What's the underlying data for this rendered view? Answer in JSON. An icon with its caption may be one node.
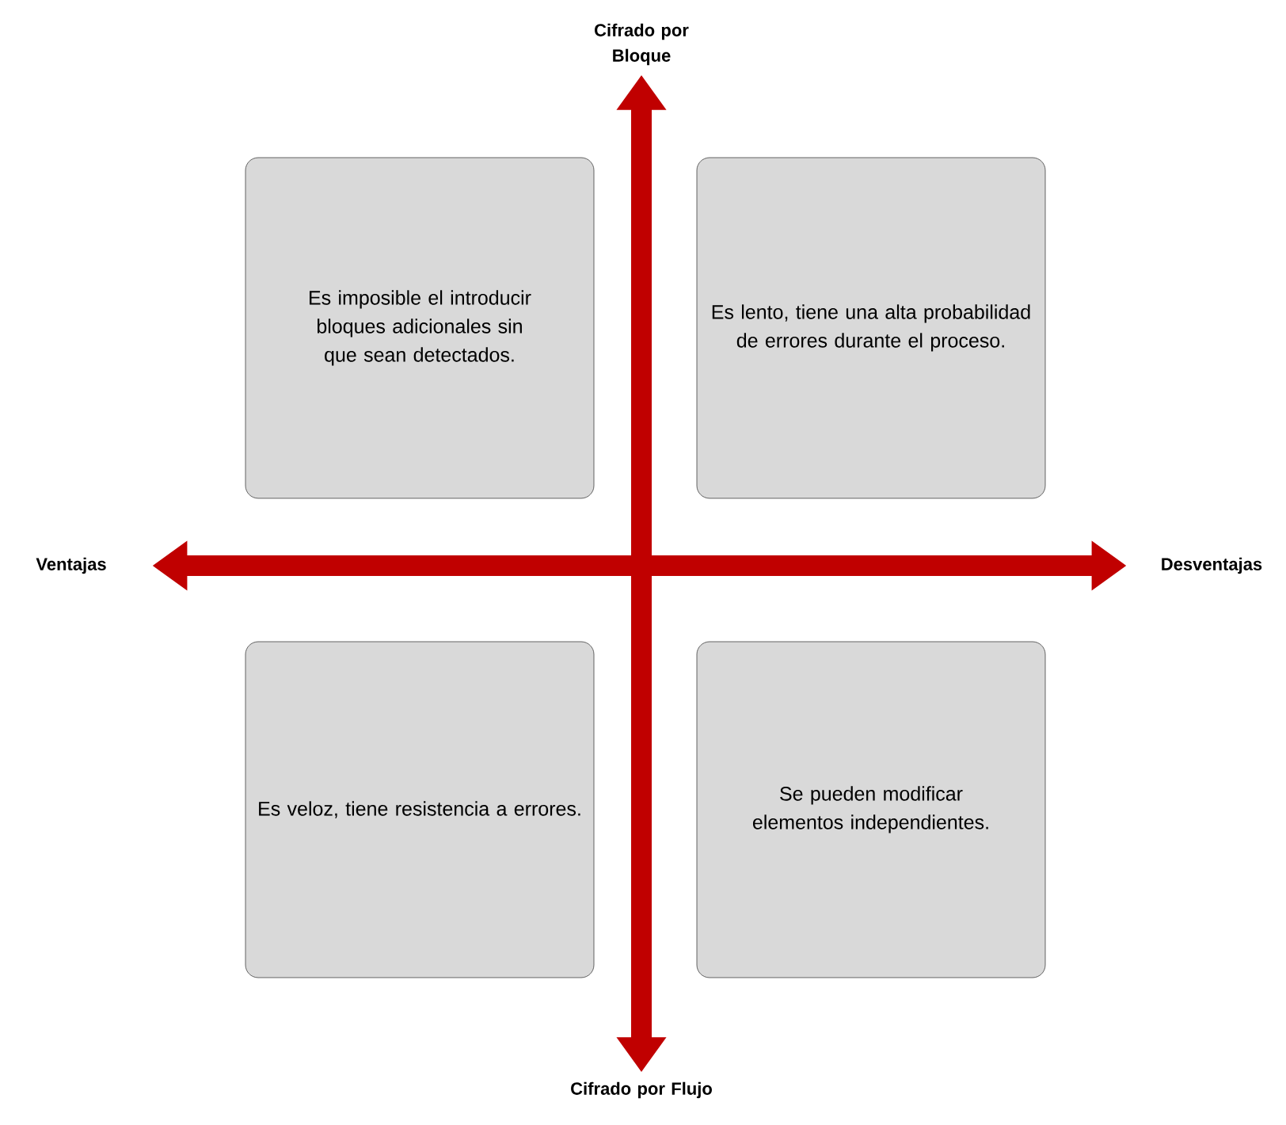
{
  "diagram": {
    "nodes": [
      {
        "text": [
          "Cifrado por Bloque"
        ]
      },
      {
        "text": [
          "Es imposible el introducir bloques adicionales sin que sean detectados."
        ]
      },
      {
        "text": [
          "Es lento, tiene una alta probabilidad de errores durante el proceso."
        ]
      },
      {
        "text": [
          "Ventajas"
        ]
      },
      {
        "text": [
          "Desventajas"
        ]
      },
      {
        "text": [
          "Es veloz, tiene resistencia a errores."
        ]
      },
      {
        "text": [
          "Se pueden modificar elementos independientes."
        ]
      },
      {
        "text": [
          "Cifrado por Flujo"
        ]
      }
    ],
    "edges": [
      {
        "from": 7,
        "to": 0,
        "arrow": "both"
      },
      {
        "from": 3,
        "to": 4,
        "arrow": "both"
      }
    ]
  }
}
